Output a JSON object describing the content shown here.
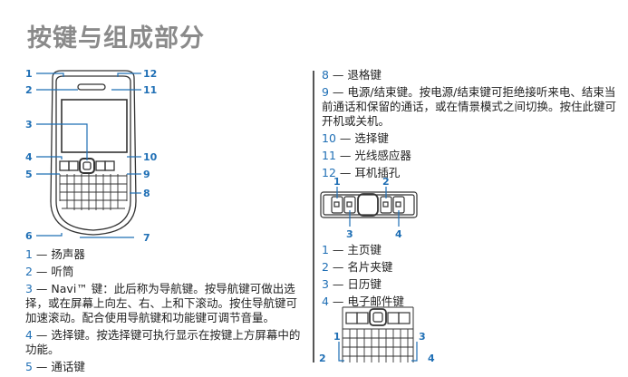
{
  "title": "按键与组成部分",
  "phone_figure": {
    "labels": [
      "1",
      "2",
      "3",
      "4",
      "5",
      "6",
      "7",
      "8",
      "9",
      "10",
      "11",
      "12"
    ]
  },
  "left_items": [
    {
      "num": "1",
      "dash": " — ",
      "text": "扬声器"
    },
    {
      "num": "2",
      "dash": " — ",
      "text": "听筒"
    },
    {
      "num": "3",
      "dash": " — ",
      "text": "Navi™ 键：此后称为导航键。按导航键可做出选择，或在屏幕上向左、右、上和下滚动。按住导航键可加速滚动。配合使用导航键和功能键可调节音量。"
    },
    {
      "num": "4",
      "dash": " — ",
      "text": "选择键。按选择键可执行显示在按键上方屏幕中的功能。"
    },
    {
      "num": "5",
      "dash": " — ",
      "text": "通话键"
    }
  ],
  "right_items": [
    {
      "num": "8",
      "dash": " — ",
      "text": "退格键"
    },
    {
      "num": "9",
      "dash": " — ",
      "text": "电源/结束键。按电源/结束键可拒绝接听来电、结束当前通话和保留的通话，或在情景模式之间切换。按住此键可开机或关机。"
    },
    {
      "num": "10",
      "dash": " — ",
      "text": "选择键"
    },
    {
      "num": "11",
      "dash": " — ",
      "text": "光线感应器"
    },
    {
      "num": "12",
      "dash": " — ",
      "text": "耳机插孔"
    }
  ],
  "key_figure": {
    "labels": [
      "1",
      "2",
      "3",
      "4"
    ]
  },
  "key_items": [
    {
      "num": "1",
      "dash": " — ",
      "text": "主页键"
    },
    {
      "num": "2",
      "dash": " — ",
      "text": "名片夹键"
    },
    {
      "num": "3",
      "dash": " — ",
      "text": "日历键"
    },
    {
      "num": "4",
      "dash": " — ",
      "text": "电子邮件键"
    }
  ],
  "keyboard_figure": {
    "labels": [
      "1",
      "2",
      "3",
      "4"
    ]
  }
}
